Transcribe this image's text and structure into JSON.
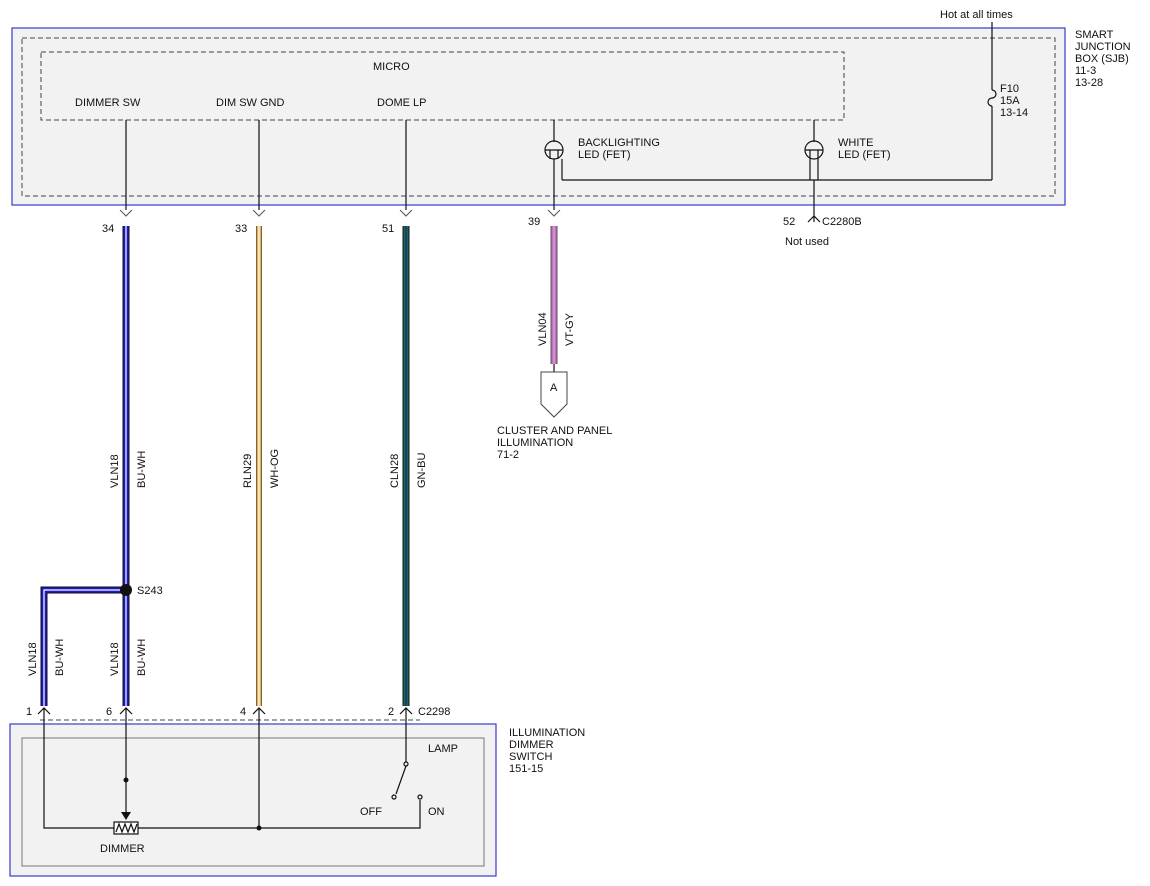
{
  "labels": {
    "hot_at_all_times": "Hot at all times",
    "sjb": [
      "SMART",
      "JUNCTION",
      "BOX (SJB)",
      "11-3",
      "13-28"
    ],
    "fuse": [
      "F10",
      "15A",
      "13-14"
    ],
    "micro": "MICRO",
    "dimmer_sw": "DIMMER SW",
    "dim_sw_gnd": "DIM SW GND",
    "dome_lp": "DOME LP",
    "backlighting": [
      "BACKLIGHTING",
      "LED (FET)"
    ],
    "white": [
      "WHITE",
      "LED (FET)"
    ],
    "c2280b": "C2280B",
    "not_used": "Not used",
    "pin_34": "34",
    "pin_33": "33",
    "pin_51": "51",
    "pin_39": "39",
    "pin_52": "52",
    "connector_a": "A",
    "cluster": [
      "CLUSTER AND PANEL",
      "ILLUMINATION",
      "71-2"
    ],
    "s243": "S243",
    "pin_1": "1",
    "pin_6": "6",
    "pin_4": "4",
    "pin_2": "2",
    "c2298": "C2298",
    "dimmer_switch": [
      "ILLUMINATION",
      "DIMMER",
      "SWITCH",
      "151-15"
    ],
    "lamp": "LAMP",
    "off": "OFF",
    "on": "ON",
    "dimmer": "DIMMER"
  },
  "wires": {
    "w34": {
      "circuit": "VLN18",
      "color_code": "BU-WH",
      "color": "#1a1acc"
    },
    "w33": {
      "circuit": "RLN29",
      "color_code": "WH-OG",
      "color": "#f0b040"
    },
    "w51": {
      "circuit": "CLN28",
      "color_code": "GN-BU",
      "color": "#1a6a3a"
    },
    "w39": {
      "circuit": "VLN04",
      "color_code": "VT-GY",
      "color": "#cc66cc"
    },
    "w1": {
      "circuit": "VLN18",
      "color_code": "BU-WH",
      "color": "#1a1acc"
    },
    "w6": {
      "circuit": "VLN18",
      "color_code": "BU-WH",
      "color": "#1a1acc"
    }
  }
}
